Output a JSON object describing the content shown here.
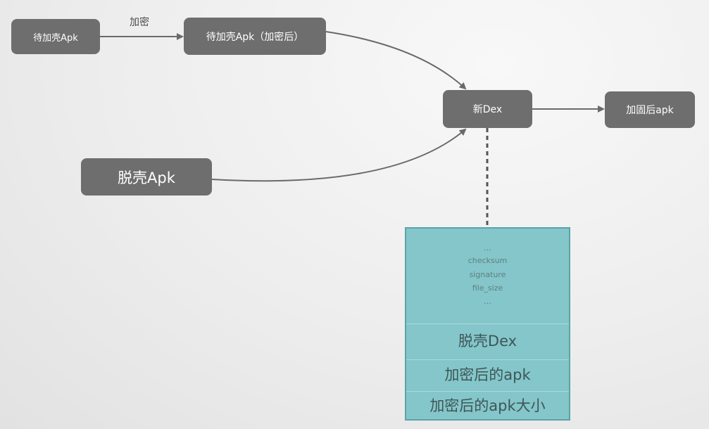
{
  "nodes": {
    "unpacked_apk": "待加壳Apk",
    "encrypted_apk": "待加壳Apk（加密后）",
    "new_dex": "新Dex",
    "hardened_apk": "加固后apk",
    "shell_apk": "脱壳Apk"
  },
  "edges": {
    "encrypt_label": "加密"
  },
  "dex_structure": {
    "small_fields": [
      "...",
      "checksum",
      "signature",
      "file_size",
      "..."
    ],
    "sections": [
      "脱壳Dex",
      "加密后的apk",
      "加密后的apk大小"
    ]
  },
  "colors": {
    "node_fill": "#6e6e6e",
    "node_text": "#ffffff",
    "arrow": "#6a6a6a",
    "dex_box_fill": "#84c6c9",
    "dex_box_border": "#5aa4a8"
  }
}
